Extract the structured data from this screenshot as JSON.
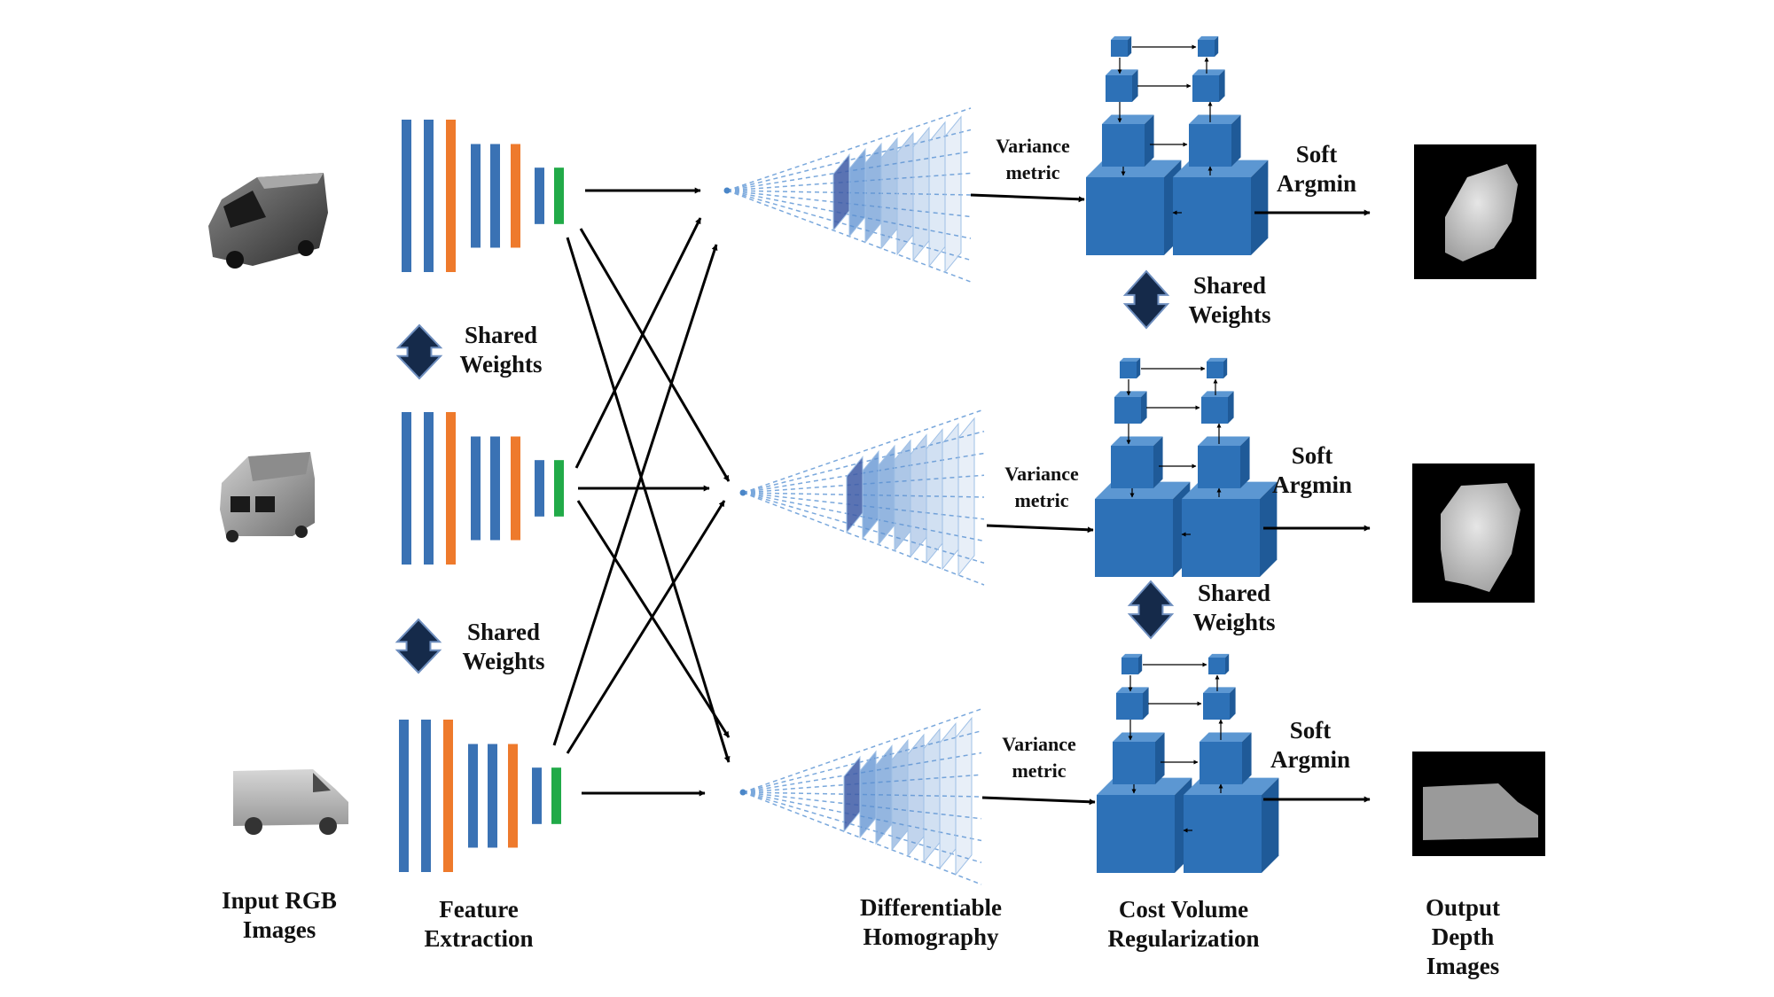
{
  "stages": {
    "input": [
      "Input RGB",
      "Images"
    ],
    "feature": [
      "Feature",
      "Extraction"
    ],
    "homography": [
      "Differentiable",
      "Homography"
    ],
    "cost": [
      "Cost Volume",
      "Regularization"
    ],
    "output": [
      "Output",
      "Depth",
      "Images"
    ]
  },
  "shared_weights": [
    "Shared",
    "Weights"
  ],
  "variance_metric": [
    "Variance",
    "metric"
  ],
  "soft_argmin": [
    "Soft",
    "Argmin"
  ],
  "colors": {
    "blue": "#3a72b4",
    "orange": "#ee7a2c",
    "green": "#21aa48",
    "cube_front": "#2d71b7",
    "cube_top": "#5c97d2",
    "cube_side": "#1f5a98",
    "plane_dark": "#3d5aa6",
    "plane_mid": "#5b8fd0",
    "navy": "#152a4a"
  }
}
